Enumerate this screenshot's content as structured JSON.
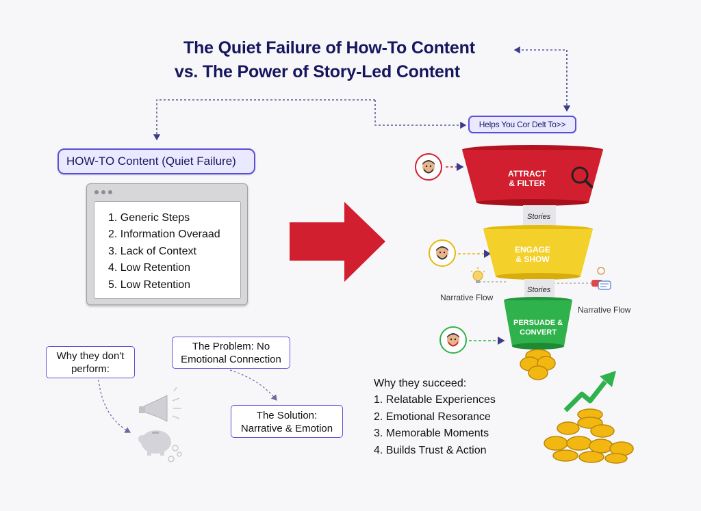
{
  "title": {
    "line1": "The Quiet Failure of How-To Content",
    "line2": "vs. The Power of Story-Led Content"
  },
  "helps_label": "Helps You Cor Delt To>>",
  "howto": {
    "label": "HOW-TO Content (Quiet Failure)",
    "items": [
      "1. Generic Steps",
      "2. Information Overaad",
      "3. Lack of Context",
      "4. Low Retention",
      "5. Low Retention"
    ]
  },
  "why_dont": {
    "line1": "Why they don't",
    "line2": "perform:"
  },
  "problem": {
    "line1": "The Problem: No",
    "line2": "Emotional Connection"
  },
  "solution": {
    "line1": "The Solution:",
    "line2": "Narrative & Emotion"
  },
  "funnel": {
    "stage1": {
      "line1": "ATTRACT",
      "line2": "& FILTER"
    },
    "stage2": {
      "line1": "ENGAGE",
      "line2": "& SHOW"
    },
    "stage3": {
      "line1": "PERSUADE &",
      "line2": "CONVERT"
    },
    "stories1": "Stories",
    "stories2": "Stories",
    "narrative_left": "Narrative Flow",
    "narrative_right": "Narrative Flow"
  },
  "success": {
    "heading": "Why they succeed:",
    "items": [
      "1. Relatable Experiences",
      "2. Emotional Resorance",
      "3. Memorable Moments",
      "4. Builds Trust & Action"
    ]
  },
  "colors": {
    "title": "#15165e",
    "accent": "#5b4fd6",
    "red": "#d21f2f",
    "yellow": "#f4d02a",
    "green": "#2fb24b",
    "gold": "#f2b811"
  },
  "icons": [
    "megaphone-icon",
    "piggy-bank-icon",
    "magnifier-icon",
    "lightbulb-icon",
    "chat-bubbles-icon",
    "avatar-icon",
    "coin-stack-icon",
    "growth-arrow-icon",
    "red-arrow-icon"
  ]
}
